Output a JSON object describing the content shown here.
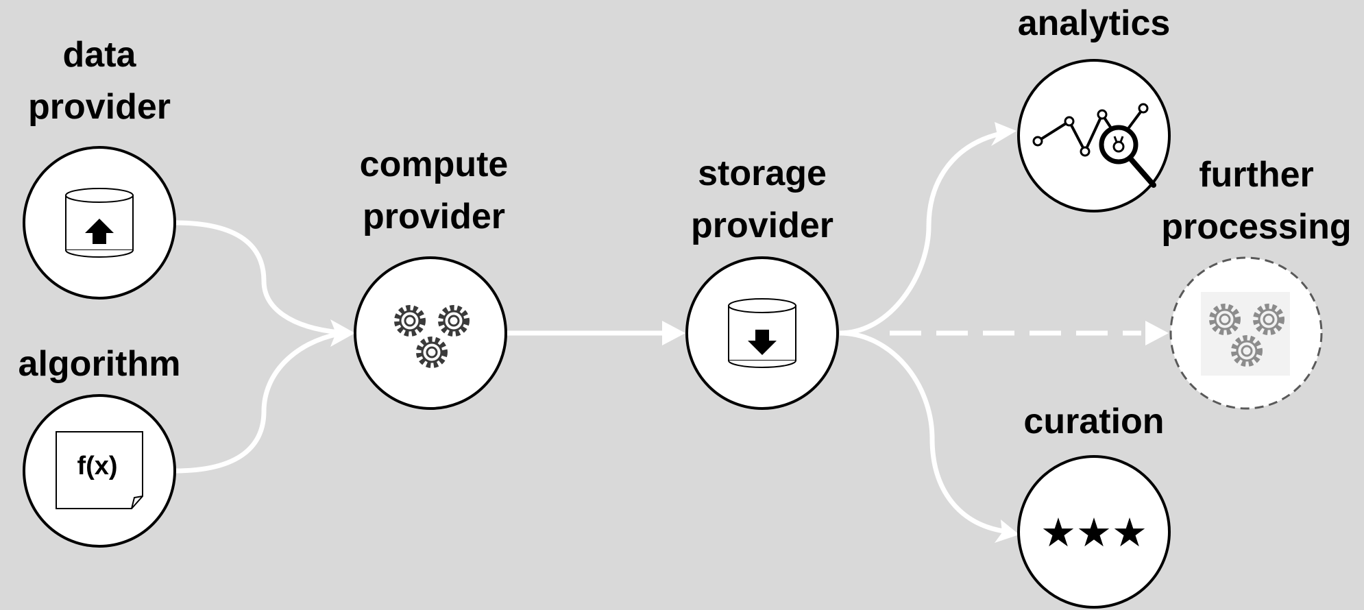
{
  "nodes": {
    "data_provider": {
      "label_lines": [
        "data",
        "provider"
      ],
      "icon": "database-upload-icon"
    },
    "algorithm": {
      "label_lines": [
        "algorithm"
      ],
      "icon": "function-document-icon",
      "icon_text": "f(x)"
    },
    "compute_provider": {
      "label_lines": [
        "compute",
        "provider"
      ],
      "icon": "gears-icon"
    },
    "storage_provider": {
      "label_lines": [
        "storage",
        "provider"
      ],
      "icon": "database-download-icon"
    },
    "analytics": {
      "label_lines": [
        "analytics"
      ],
      "icon": "line-chart-magnifier-icon"
    },
    "further_processing": {
      "label_lines": [
        "further",
        "processing"
      ],
      "icon": "gears-icon",
      "style": "dashed"
    },
    "curation": {
      "label_lines": [
        "curation"
      ],
      "icon": "three-stars-icon",
      "icon_text": "★★★"
    }
  },
  "edges": [
    {
      "from": "data_provider",
      "to": "compute_provider",
      "style": "solid"
    },
    {
      "from": "algorithm",
      "to": "compute_provider",
      "style": "solid"
    },
    {
      "from": "compute_provider",
      "to": "storage_provider",
      "style": "solid"
    },
    {
      "from": "storage_provider",
      "to": "analytics",
      "style": "solid"
    },
    {
      "from": "storage_provider",
      "to": "further_processing",
      "style": "dashed"
    },
    {
      "from": "storage_provider",
      "to": "curation",
      "style": "solid"
    }
  ],
  "colors": {
    "background": "#d9d9d9",
    "node_fill": "#ffffff",
    "node_stroke": "#000000",
    "arrow": "#ffffff",
    "dashed_node_stroke": "#595959",
    "dashed_icon": "#8c8c8c"
  }
}
